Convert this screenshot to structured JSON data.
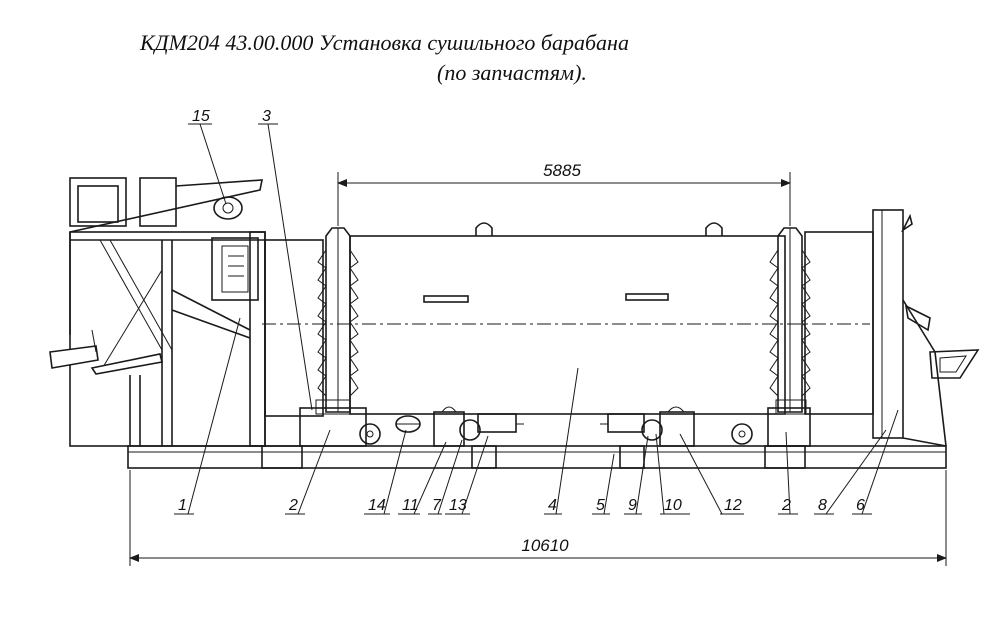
{
  "title": {
    "line1": "КДМ204 43.00.000 Установка сушильного барабана",
    "line2": "(по запчастям)."
  },
  "dimensions": {
    "drum_span": "5885",
    "overall_length": "10610"
  },
  "callouts": {
    "top": [
      "15",
      "3"
    ],
    "bottom": [
      "1",
      "2",
      "14",
      "11",
      "7",
      "13",
      "4",
      "5",
      "9",
      "10",
      "12",
      "2",
      "8",
      "6"
    ]
  }
}
